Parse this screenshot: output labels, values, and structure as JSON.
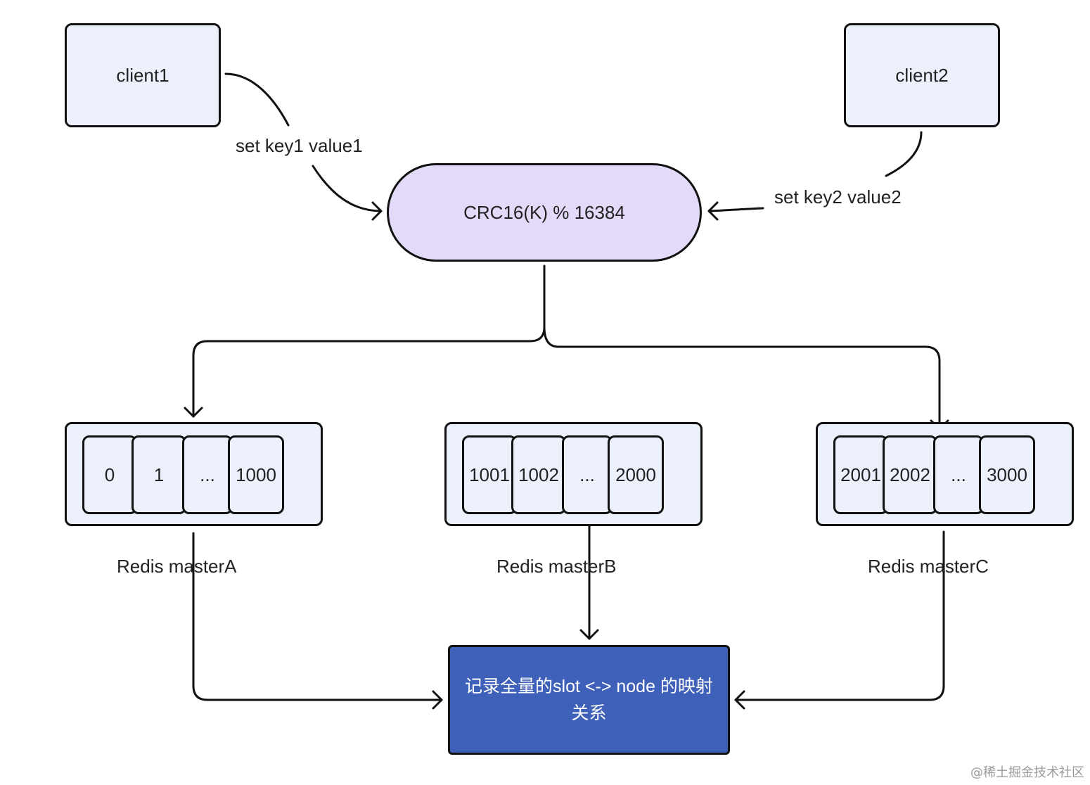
{
  "clients": {
    "client1": {
      "label": "client1",
      "command": "set key1 value1"
    },
    "client2": {
      "label": "client2",
      "command": "set key2 value2"
    }
  },
  "hash": {
    "label": "CRC16(K) % 16384"
  },
  "nodes": [
    {
      "name": "Redis masterA",
      "slots": [
        "0",
        "1",
        "...",
        "1000"
      ]
    },
    {
      "name": "Redis masterB",
      "slots": [
        "1001",
        "1002",
        "...",
        "2000"
      ]
    },
    {
      "name": "Redis masterC",
      "slots": [
        "2001",
        "2002",
        "...",
        "3000"
      ]
    }
  ],
  "mapping": {
    "line1": "记录全量的slot <-> node 的映射",
    "line2": "关系"
  },
  "watermark": "@稀土掘金技术社区",
  "colors": {
    "client_fill": "#ebf0fb",
    "hash_fill": "#e3dafa",
    "mapping_fill": "#3f60b8",
    "stroke": "#111111"
  }
}
